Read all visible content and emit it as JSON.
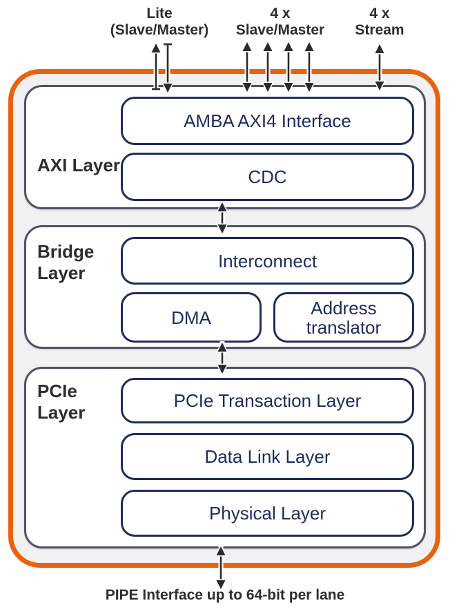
{
  "top_ports": [
    {
      "lines": [
        "Lite",
        "(Slave/Master)"
      ]
    },
    {
      "lines": [
        "4 x",
        "Slave/Master"
      ]
    },
    {
      "lines": [
        "4 x",
        "Stream"
      ]
    }
  ],
  "layers": [
    {
      "label": "AXI Layer",
      "blocks": [
        {
          "label": "AMBA AXI4 Interface"
        },
        {
          "label": "CDC"
        }
      ]
    },
    {
      "label": "Bridge Layer",
      "blocks": [
        {
          "label": "Interconnect"
        },
        {
          "label": "DMA"
        },
        {
          "label": "Address translator"
        }
      ]
    },
    {
      "label": "PCIe Layer",
      "blocks": [
        {
          "label": "PCIe Transaction Layer"
        },
        {
          "label": "Data Link Layer"
        },
        {
          "label": "Physical Layer"
        }
      ]
    }
  ],
  "bottom_label": "PIPE Interface up to 64-bit per lane",
  "colors": {
    "accent_orange": "#E8620F",
    "navy": "#1F2A5E",
    "layer_border": "#4E5265",
    "container_fill": "#F1F1F2",
    "arrow": "#2B2B2B"
  }
}
